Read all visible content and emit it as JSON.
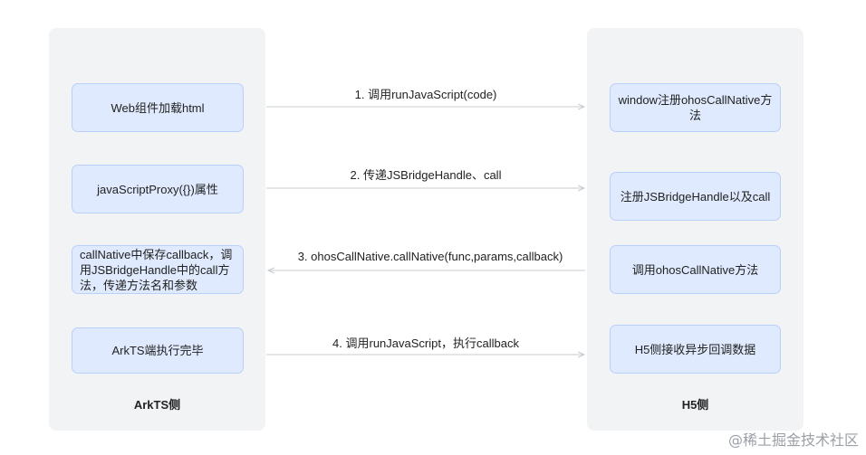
{
  "lanes": {
    "left": {
      "title": "ArkTS侧"
    },
    "right": {
      "title": "H5侧"
    }
  },
  "left_boxes": [
    {
      "text": "Web组件加载html"
    },
    {
      "text": "javaScriptProxy({})属性"
    },
    {
      "text": "callNative中保存callback，调用JSBridgeHandle中的call方法，传递方法名和参数"
    },
    {
      "text": "ArkTS端执行完毕"
    }
  ],
  "right_boxes": [
    {
      "text": "window注册ohosCallNative方法"
    },
    {
      "text": "注册JSBridgeHandle以及call"
    },
    {
      "text": "调用ohosCallNative方法"
    },
    {
      "text": "H5侧接收异步回调数据"
    }
  ],
  "arrows": [
    {
      "label": "1. 调用runJavaScript(code)",
      "direction": "left-to-right"
    },
    {
      "label": "2. 传递JSBridgeHandle、call",
      "direction": "left-to-right"
    },
    {
      "label": "3. ohosCallNative.callNative(func,params,callback)",
      "direction": "right-to-left"
    },
    {
      "label": "4. 调用runJavaScript，执行callback",
      "direction": "left-to-right"
    }
  ],
  "colors": {
    "lane_bg": "#f2f3f5",
    "box_bg": "#dfeafe",
    "box_border": "#b9d0fb",
    "arrow": "#c8ccd2"
  },
  "watermark": "@稀土掘金技术社区"
}
